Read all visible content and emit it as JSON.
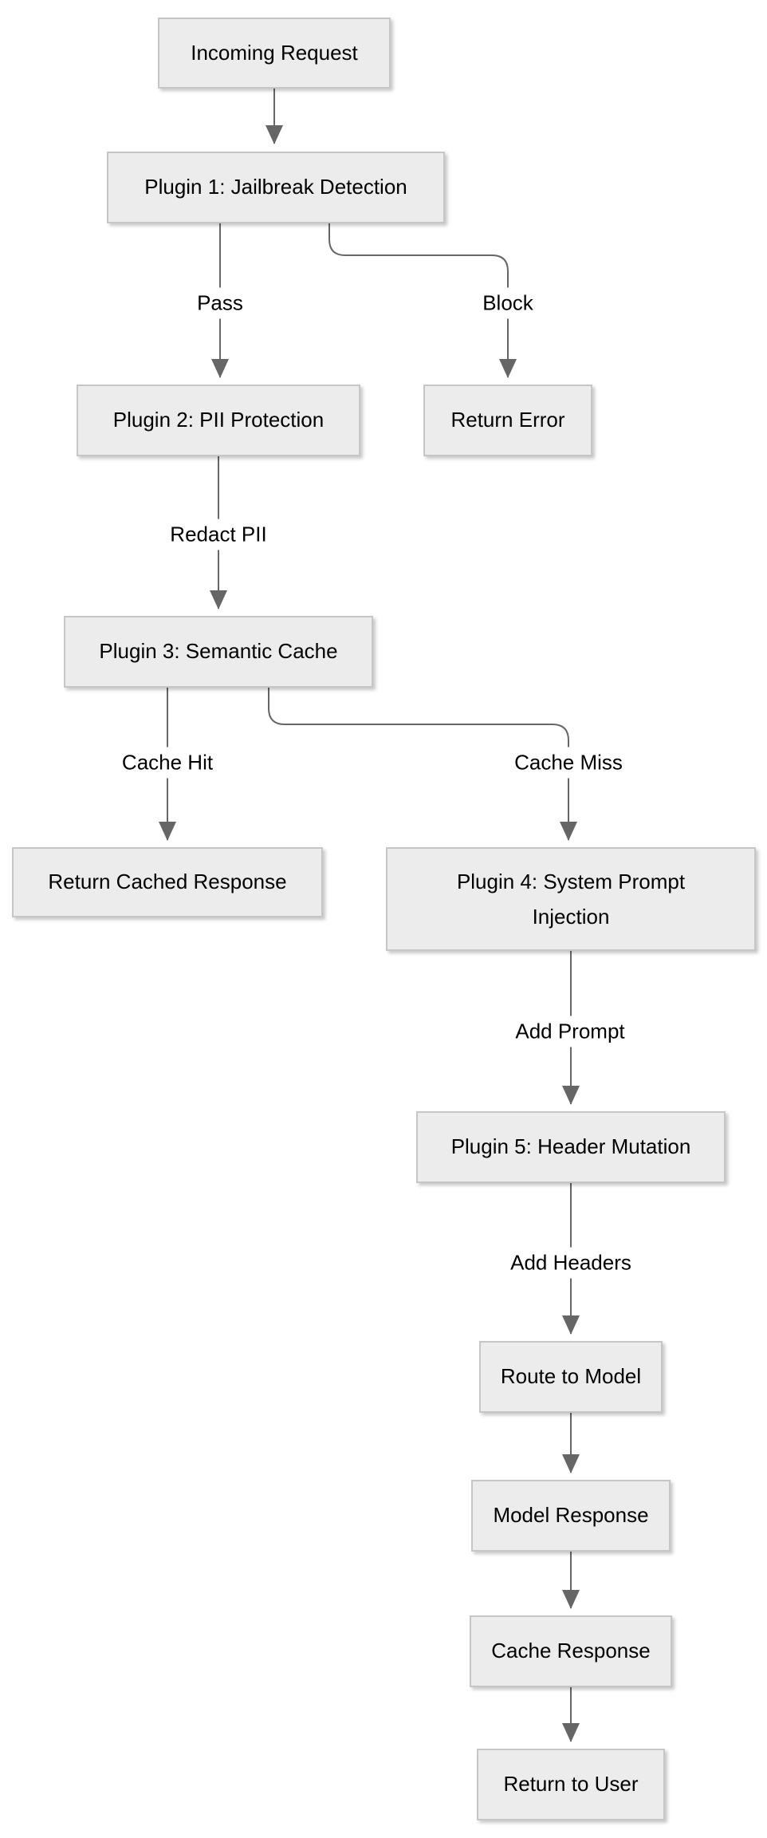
{
  "diagram": {
    "type": "flowchart-top-down",
    "colors": {
      "background": "#ffffff",
      "node_fill": "#ececec",
      "node_border": "#c6c6c6",
      "edge": "#666666",
      "text": "#000000"
    },
    "nodes": {
      "incoming": {
        "label": "Incoming Request"
      },
      "plugin1": {
        "label": "Plugin 1: Jailbreak Detection"
      },
      "plugin2": {
        "label": "Plugin 2: PII Protection"
      },
      "return_error": {
        "label": "Return Error"
      },
      "plugin3": {
        "label": "Plugin 3: Semantic Cache"
      },
      "return_cached": {
        "label": "Return Cached Response"
      },
      "plugin4": {
        "label": "Plugin 4: System Prompt Injection",
        "lines": [
          "Plugin 4: System Prompt",
          "Injection"
        ]
      },
      "plugin5": {
        "label": "Plugin 5: Header Mutation"
      },
      "route_model": {
        "label": "Route to Model"
      },
      "model_response": {
        "label": "Model Response"
      },
      "cache_response": {
        "label": "Cache Response"
      },
      "return_user": {
        "label": "Return to User"
      }
    },
    "edge_labels": {
      "pass": "Pass",
      "block": "Block",
      "redact_pii": "Redact PII",
      "cache_hit": "Cache Hit",
      "cache_miss": "Cache Miss",
      "add_prompt": "Add Prompt",
      "add_headers": "Add Headers"
    },
    "edges": [
      {
        "from": "Incoming Request",
        "to": "Plugin 1: Jailbreak Detection",
        "label": ""
      },
      {
        "from": "Plugin 1: Jailbreak Detection",
        "to": "Plugin 2: PII Protection",
        "label": "Pass"
      },
      {
        "from": "Plugin 1: Jailbreak Detection",
        "to": "Return Error",
        "label": "Block"
      },
      {
        "from": "Plugin 2: PII Protection",
        "to": "Plugin 3: Semantic Cache",
        "label": "Redact PII"
      },
      {
        "from": "Plugin 3: Semantic Cache",
        "to": "Return Cached Response",
        "label": "Cache Hit"
      },
      {
        "from": "Plugin 3: Semantic Cache",
        "to": "Plugin 4: System Prompt Injection",
        "label": "Cache Miss"
      },
      {
        "from": "Plugin 4: System Prompt Injection",
        "to": "Plugin 5: Header Mutation",
        "label": "Add Prompt"
      },
      {
        "from": "Plugin 5: Header Mutation",
        "to": "Route to Model",
        "label": "Add Headers"
      },
      {
        "from": "Route to Model",
        "to": "Model Response",
        "label": ""
      },
      {
        "from": "Model Response",
        "to": "Cache Response",
        "label": ""
      },
      {
        "from": "Cache Response",
        "to": "Return to User",
        "label": ""
      }
    ]
  }
}
